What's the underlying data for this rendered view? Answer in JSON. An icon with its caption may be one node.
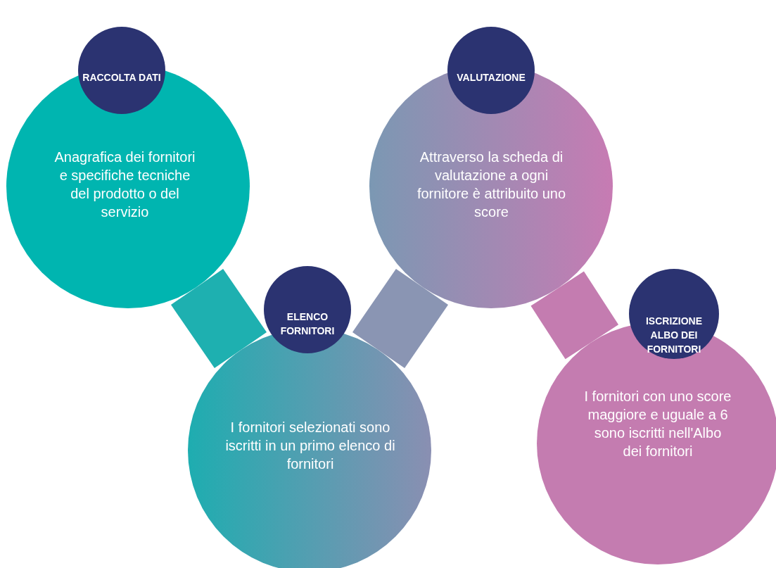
{
  "diagram": {
    "nodes": [
      {
        "text": [
          "RACCOLTA DATI",
          "Anagrafica dei fornitori e specifiche tecniche del prodotto o del servizio"
        ]
      },
      {
        "text": [
          "ELENCO FORNITORI",
          "I fornitori selezionati sono iscritti in un primo elenco di fornitori"
        ]
      },
      {
        "text": [
          "VALUTAZIONE",
          "Attraverso la scheda di valutazione a ogni fornitore è attribuito uno score"
        ]
      },
      {
        "text": [
          "ISCRIZIONE ALBO DEI FORNITORI",
          "I fornitori con uno score maggiore e uguale a 6 sono iscritti nell'Albo dei fornitori"
        ]
      }
    ],
    "edges": [
      {
        "from": 0,
        "to": 1,
        "arrow": "none",
        "color": "#1eb0b0"
      },
      {
        "from": 1,
        "to": 2,
        "arrow": "none",
        "color": "#8a95b3"
      },
      {
        "from": 2,
        "to": 3,
        "arrow": "none",
        "color": "#c47cb0"
      }
    ]
  }
}
